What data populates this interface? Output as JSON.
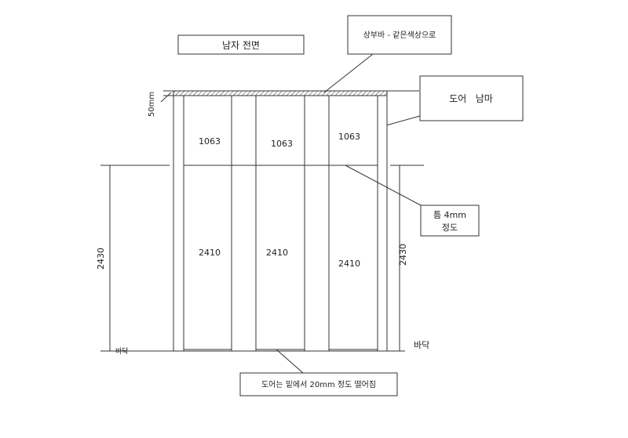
{
  "labels": {
    "title": "남자 전면",
    "top_bar_note": "상부바 - 같은색상으로",
    "door_note": "도어   남마",
    "gap_note_line1": "틈 4mm",
    "gap_note_line2": "정도",
    "bottom_note": "도어는 밑에서 20mm 정도 떨어짐",
    "floor_left": "바닥",
    "floor_right": "바닥"
  },
  "dimensions": {
    "top_bar": "50mm",
    "overall_height_left": "2430",
    "overall_height_right": "2430",
    "upper_panels": [
      "1063",
      "1063",
      "1063"
    ],
    "lower_panels": [
      "2410",
      "2410",
      "2410"
    ]
  }
}
